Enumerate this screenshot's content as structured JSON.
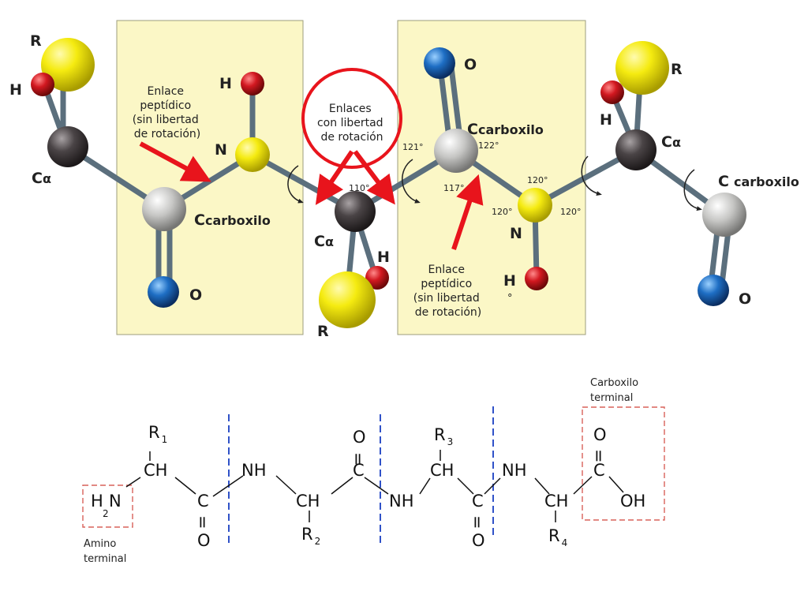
{
  "colors": {
    "panel": "#fbf7c6",
    "panel_border": "#9e9e7e",
    "red": "#e8141c",
    "carbon_alpha": "#4a4446",
    "carbon_carboxyl": "#c6c6c4",
    "nitrogen": "#f5eb10",
    "oxygen": "#1e6ec4",
    "hydrogen": "#c8141e",
    "r_group": "#f0ea1a",
    "blue_dash": "#1a3fc2",
    "box_dash": "#d8625a"
  },
  "molecule": {
    "atoms": [
      {
        "symbol": "R",
        "type": "r_group"
      },
      {
        "symbol": "H",
        "type": "hydrogen"
      },
      {
        "symbol": "Cα",
        "type": "carbon_alpha"
      },
      {
        "symbol": "Ccarboxilo",
        "type": "carbon_carboxyl"
      },
      {
        "symbol": "O",
        "type": "oxygen"
      },
      {
        "symbol": "N",
        "type": "nitrogen"
      },
      {
        "symbol": "H",
        "type": "hydrogen"
      },
      {
        "symbol": "Cα",
        "type": "carbon_alpha"
      },
      {
        "symbol": "H",
        "type": "hydrogen"
      },
      {
        "symbol": "R",
        "type": "r_group"
      },
      {
        "symbol": "Ccarboxilo",
        "type": "carbon_carboxyl"
      },
      {
        "symbol": "O",
        "type": "oxygen"
      },
      {
        "symbol": "N",
        "type": "nitrogen"
      },
      {
        "symbol": "H",
        "type": "hydrogen"
      },
      {
        "symbol": "Cα",
        "type": "carbon_alpha"
      },
      {
        "symbol": "H",
        "type": "hydrogen"
      },
      {
        "symbol": "R",
        "type": "r_group"
      },
      {
        "symbol": "C carboxilo",
        "type": "carbon_carboxyl"
      },
      {
        "symbol": "O",
        "type": "oxygen"
      }
    ],
    "labels": {
      "r": "R",
      "h": "H",
      "o": "O",
      "n": "N",
      "c_main": "C",
      "alpha": "α",
      "carboxilo": "carboxilo",
      "c_carboxilo_spaced": "C carboxilo"
    },
    "annotations": {
      "peptide_bond_1": [
        "Enlace",
        "peptídico",
        "(sin libertad",
        "de rotación)"
      ],
      "rotating_bonds": [
        "Enlaces",
        "con libertad",
        "de rotación"
      ],
      "peptide_bond_2": [
        "Enlace",
        "peptídico",
        "(sin libertad",
        "de rotación)"
      ]
    },
    "angles": [
      "110°",
      "121°",
      "122°",
      "117°",
      "120°",
      "120°",
      "120°"
    ],
    "degree_mark": "°"
  },
  "formula": {
    "groups": {
      "nh": "NH",
      "ch": "CH",
      "c": "C",
      "o": "O",
      "oh": "OH",
      "h2n_h": "H",
      "h2n_2": "2",
      "h2n_n": "N",
      "eq": "="
    },
    "substituents": [
      {
        "r": "R",
        "sub": "1"
      },
      {
        "r": "R",
        "sub": "2"
      },
      {
        "r": "R",
        "sub": "3"
      },
      {
        "r": "R",
        "sub": "4"
      }
    ],
    "amino_terminal": [
      "Amino",
      "terminal"
    ],
    "carboxyl_terminal": [
      "Carboxilo",
      "terminal"
    ]
  }
}
